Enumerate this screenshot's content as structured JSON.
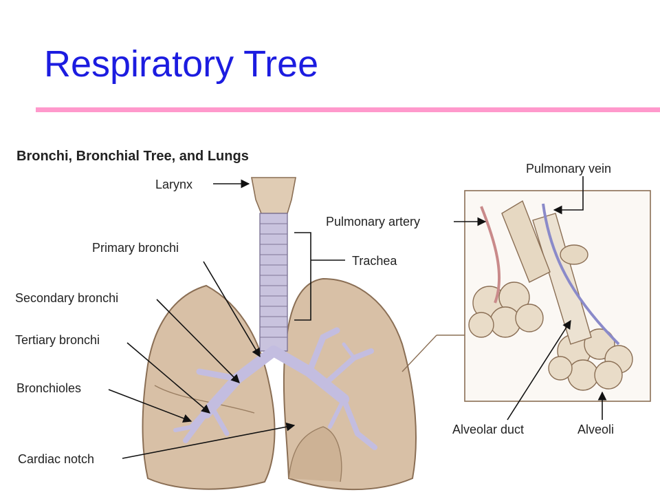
{
  "slide": {
    "title": "Respiratory Tree",
    "accent_color": "#ff99cc",
    "title_color": "#1c1ce0"
  },
  "figure": {
    "title": "Bronchi, Bronchial Tree, and Lungs",
    "labels": {
      "larynx": "Larynx",
      "primary_bronchi": "Primary bronchi",
      "secondary_bronchi": "Secondary bronchi",
      "tertiary_bronchi": "Tertiary bronchi",
      "bronchioles": "Bronchioles",
      "cardiac_notch": "Cardiac notch",
      "trachea": "Trachea",
      "pulmonary_vein": "Pulmonary vein",
      "pulmonary_artery": "Pulmonary artery",
      "alveolar_duct": "Alveolar duct",
      "alveoli": "Alveoli"
    }
  }
}
